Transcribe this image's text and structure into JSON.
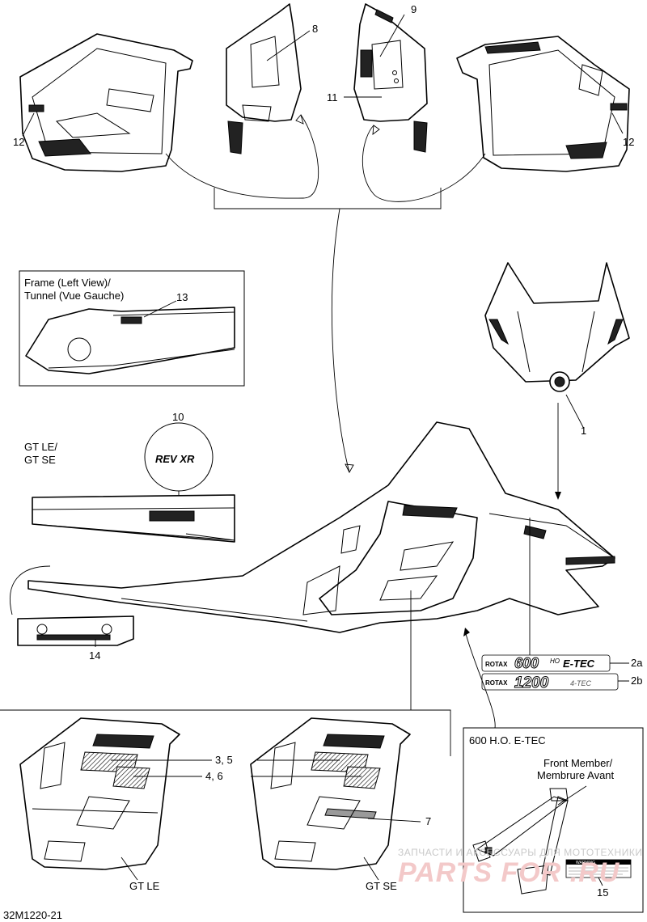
{
  "diagram_code": "32M1220-21",
  "insets": {
    "frame_left_view": "Frame (Left View)/\nTunnel (Vue Gauche)",
    "gt_le_gt_se": "GT LE/\nGT SE",
    "engine_600": "600 H.O. E-TEC",
    "front_member": "Front Member/\nMembrure Avant"
  },
  "variants": {
    "gt_le": "GT LE",
    "gt_se": "GT SE"
  },
  "callouts": {
    "c1": "1",
    "c2a": "2a",
    "c2b": "2b",
    "c35": "3, 5",
    "c46": "4, 6",
    "c7": "7",
    "c8": "8",
    "c9": "9",
    "c10": "10",
    "c11": "11",
    "c12_left": "12",
    "c12_right": "12",
    "c13": "13",
    "c14": "14",
    "c15": "15"
  },
  "decals": {
    "revxr": "REV XR",
    "rotax": "ROTAX",
    "rotax_600": "600",
    "ho": "HO",
    "etec": "E-TEC",
    "rotax_1200": "1200",
    "etec_small": "4-TEC",
    "warning": "WARNING"
  },
  "watermark": {
    "line1": "ЗАПЧАСТИ И АКСЕССУАРЫ ДЛЯ МОТОТЕХНИКИ",
    "line2": "PARTS FOR .RU"
  },
  "colors": {
    "line": "#000000",
    "background": "#ffffff",
    "watermark": "#f3c9c9"
  }
}
